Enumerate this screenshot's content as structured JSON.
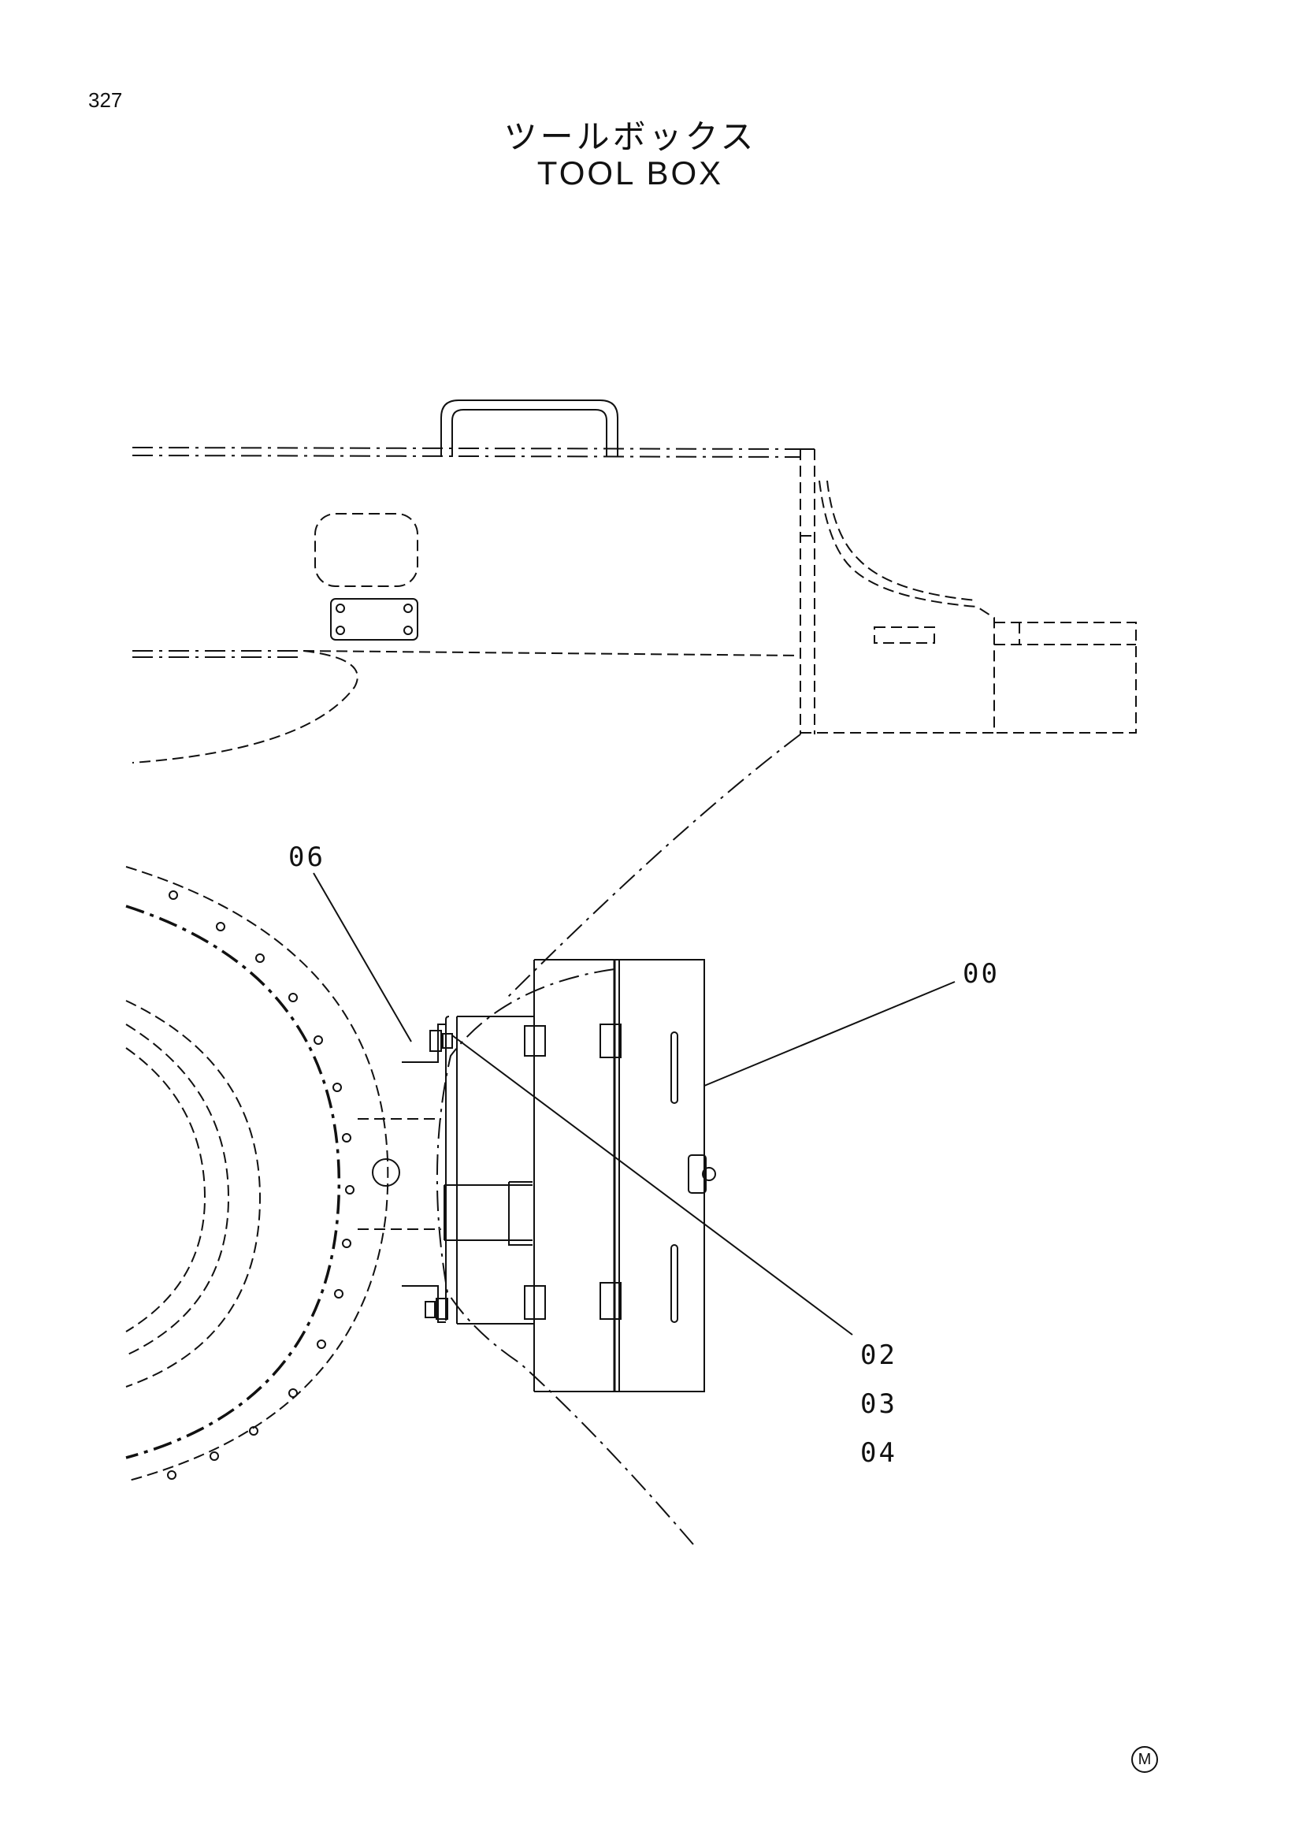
{
  "page_number": "327",
  "title_jp": "ツールボックス",
  "title_en": "TOOL BOX",
  "callouts": {
    "c06": "06",
    "c00": "00",
    "c02": "02",
    "c03": "03",
    "c04": "04"
  },
  "mark": "M"
}
